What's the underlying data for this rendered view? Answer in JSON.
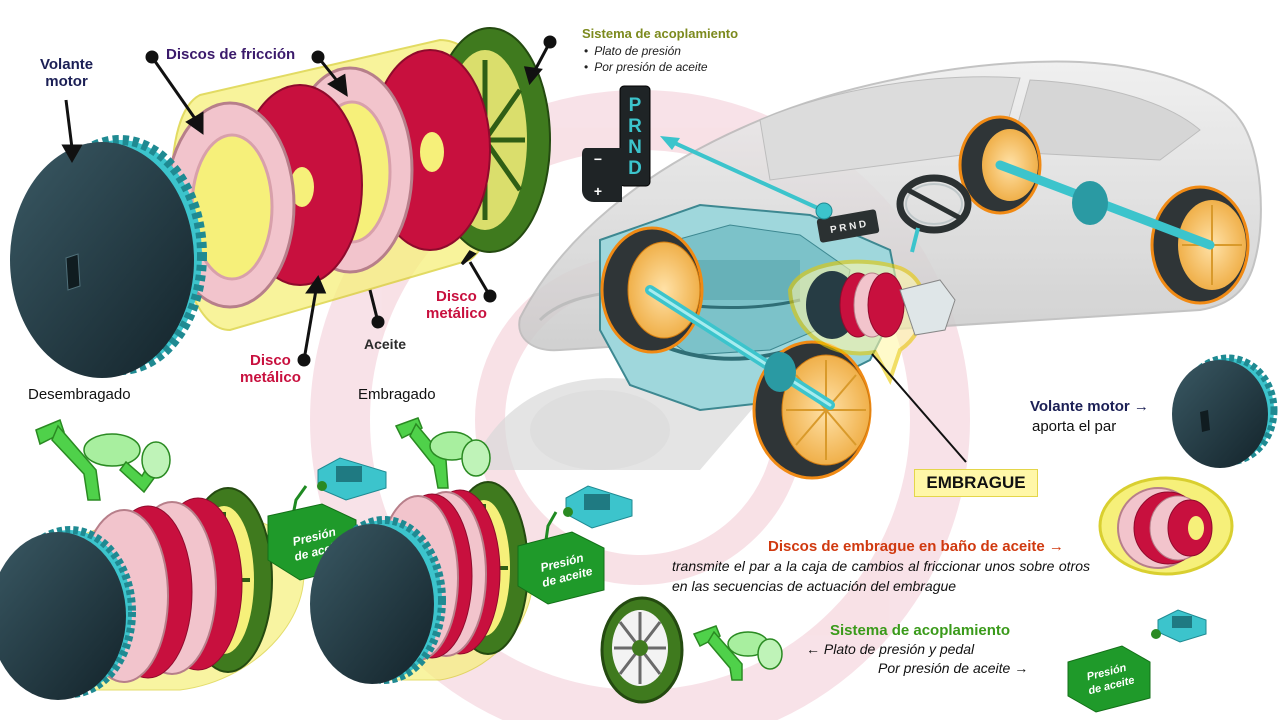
{
  "labels": {
    "volante_motor": "Volante\nmotor",
    "discos_friccion": "Discos de fricción",
    "disco_metalico_left": "Disco\nmetálico",
    "disco_metalico_right": "Disco\nmetálico",
    "aceite": "Aceite",
    "sistema_title": "Sistema de acoplamiento",
    "sistema_items": [
      "Plato de presión",
      "Por presión de aceite"
    ],
    "desembragado": "Desembragado",
    "embragado": "Embragado",
    "presion_aceite": "Presión\nde aceite",
    "embrague": "EMBRAGUE",
    "gear_letters": [
      "P",
      "R",
      "N",
      "D"
    ],
    "gear_minus": "−",
    "gear_plus": "+",
    "knob_letters": "P R N D"
  },
  "legend": {
    "volante_title": "Volante motor →",
    "volante_desc": "aporta el par",
    "discos_title": "Discos de embrague en baño de aceite →",
    "discos_desc": "transmite el par a la caja de cambios al friccionar unos sobre otros en las secuencias de actuación del embrague",
    "sistema_title": "Sistema de acoplamiento",
    "sistema_line1": "← Plato de presión y pedal",
    "sistema_line2": "Por presión de aceite →"
  },
  "colors": {
    "navy": "#1b1f55",
    "crimson": "#c8103e",
    "olive": "#7c8a1d",
    "green": "#3a9a1a",
    "teal": "#34c6cf",
    "disc_red": "#c8103e",
    "disc_pink": "#f2c4cc",
    "flywheel": "#263c44",
    "ring_green": "#3f7a1e",
    "yellow": "#f6f07a",
    "orange": "#f5a81e"
  },
  "icons": [
    "gear-selector-icon",
    "steering-wheel-icon",
    "pedal-assembly-icon",
    "hydraulic-actuator-icon",
    "wheel-icon",
    "flywheel-icon"
  ]
}
